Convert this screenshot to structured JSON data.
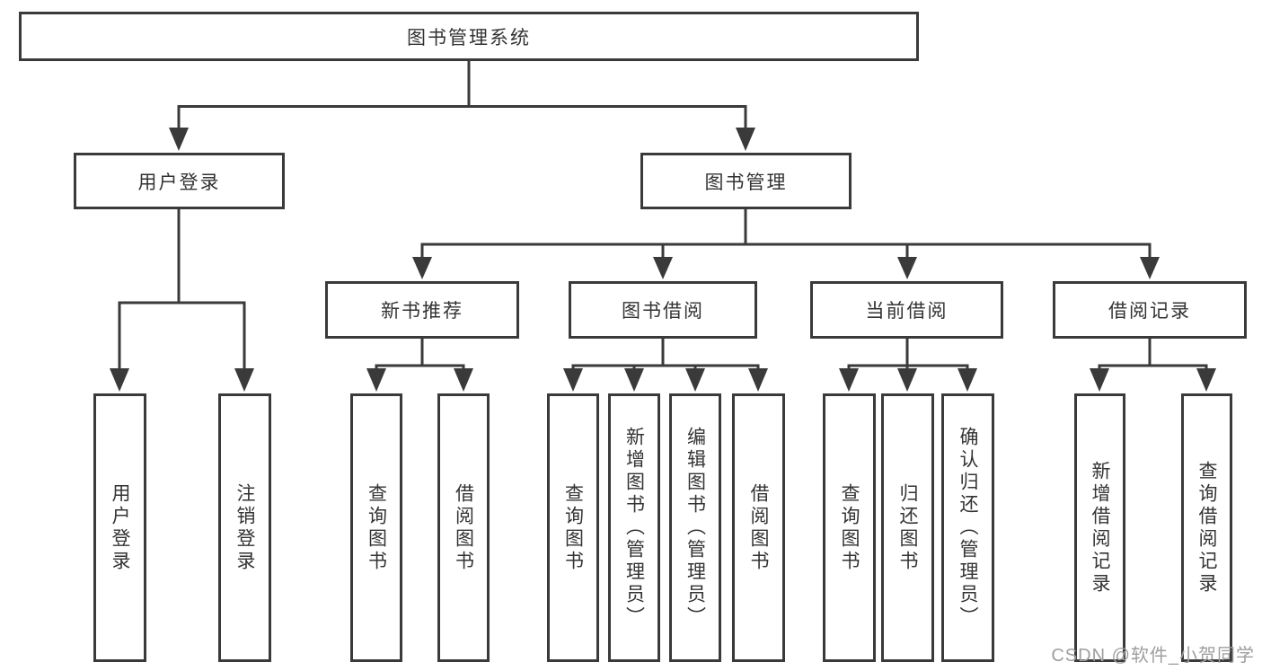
{
  "diagram": {
    "root": {
      "label": "图书管理系统"
    },
    "level2": [
      {
        "label": "用户登录"
      },
      {
        "label": "图书管理"
      }
    ],
    "level3": [
      {
        "label": "新书推荐"
      },
      {
        "label": "图书借阅"
      },
      {
        "label": "当前借阅"
      },
      {
        "label": "借阅记录"
      }
    ],
    "leaf_groups": [
      {
        "items": [
          {
            "label": "用户登录"
          },
          {
            "label": "注销登录"
          }
        ]
      },
      {
        "items": [
          {
            "label": "查询图书"
          },
          {
            "label": "借阅图书"
          }
        ]
      },
      {
        "items": [
          {
            "label": "查询图书"
          },
          {
            "label": "新增图书（管理员）"
          },
          {
            "label": "编辑图书（管理员）"
          },
          {
            "label": "借阅图书"
          }
        ]
      },
      {
        "items": [
          {
            "label": "查询图书"
          },
          {
            "label": "归还图书"
          },
          {
            "label": "确认归还（管理员）"
          }
        ]
      },
      {
        "items": [
          {
            "label": "新增借阅记录"
          },
          {
            "label": "查询借阅记录"
          }
        ]
      }
    ]
  },
  "watermark": {
    "text": "CSDN @软件_小贺同学"
  },
  "colors": {
    "line": "#3a3a3a",
    "text": "#333333",
    "watermark": "#9e9e9e",
    "background": "#ffffff"
  }
}
